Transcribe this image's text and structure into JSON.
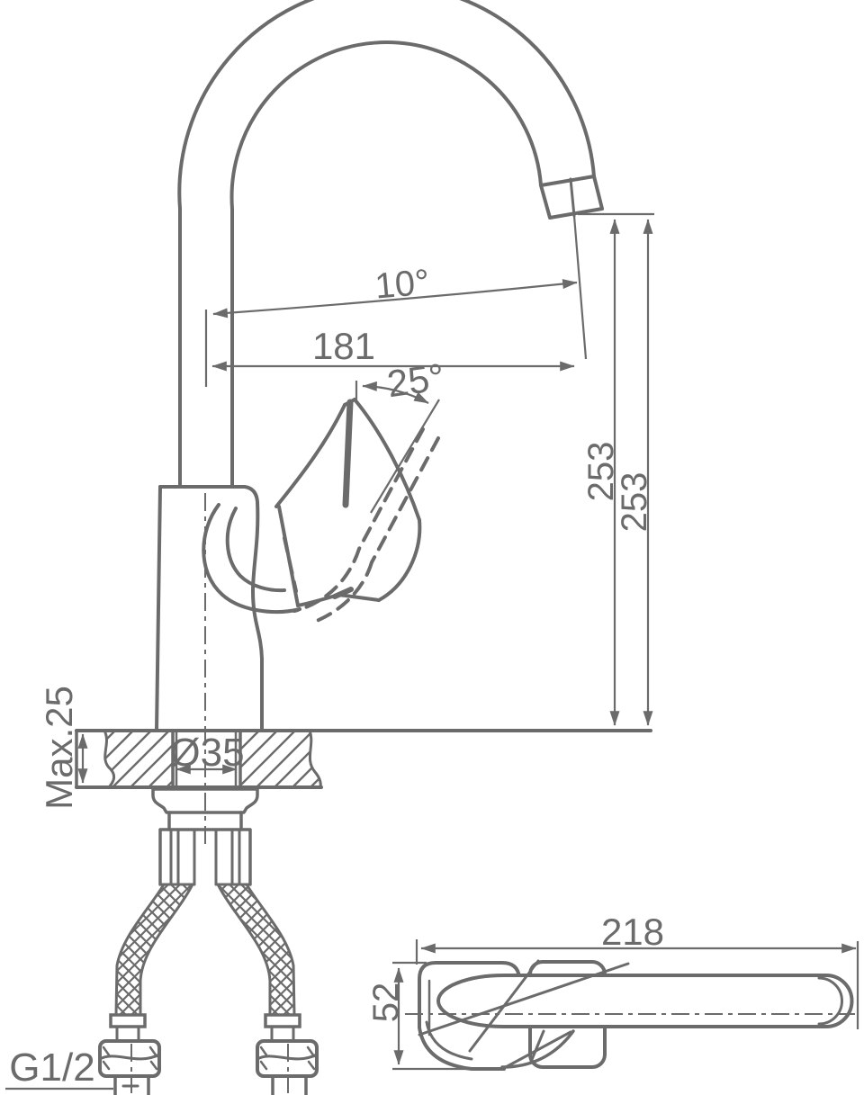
{
  "drawing": {
    "title": "Kitchen faucet dimensional drawing",
    "line_color": "#6b6b6b",
    "background": "#ffffff"
  },
  "labels": {
    "spout_angle": "10°",
    "spout_reach": "181",
    "handle_open_angle": "25°",
    "height_to_outlet": "253",
    "height_to_spout": "253",
    "countertop_max_thickness": "Max.25",
    "mounting_hole_diameter": "Ø35",
    "connection_thread": "G1/2",
    "top_view_length": "218",
    "top_view_width": "52"
  }
}
